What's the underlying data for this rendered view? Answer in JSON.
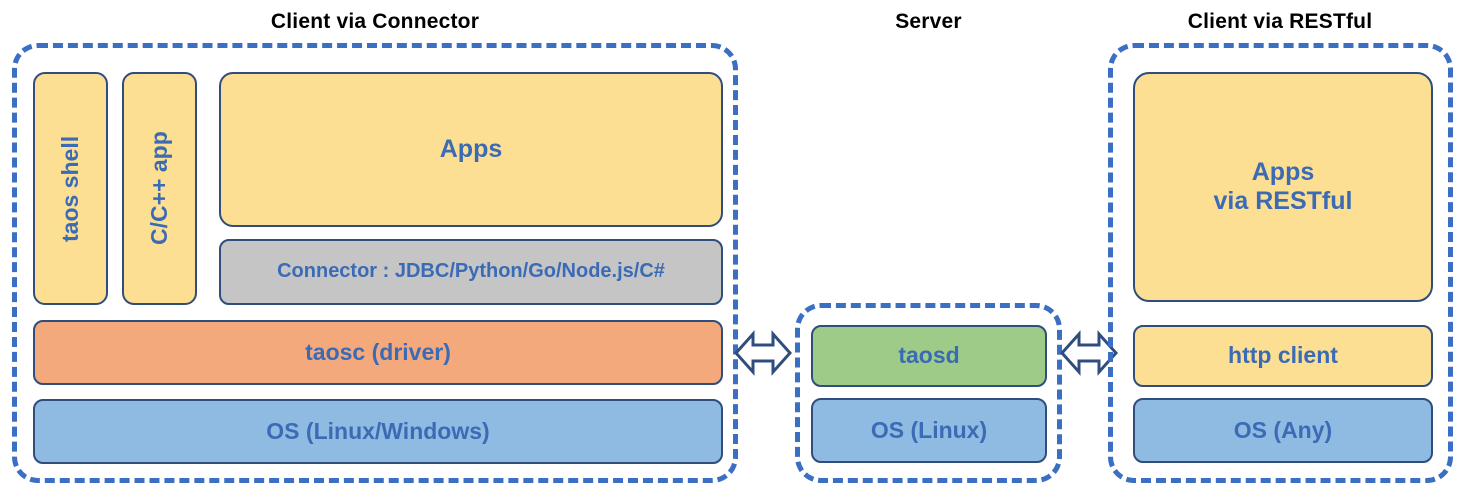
{
  "diagram": {
    "title_left": "Client via Connector",
    "title_middle": "Server",
    "title_right": "Client via RESTful",
    "colors": {
      "dashed_border": "#3A6FC4",
      "box_border": "#2F4D7D",
      "text_blue": "#3B6BB5",
      "yellow": "#FCDF92",
      "orange": "#F3A97C",
      "green": "#9FCB88",
      "blue": "#8FBBE3",
      "gray": "#C5C5C5",
      "title_black": "#000000"
    }
  },
  "client_connector": {
    "taos_shell": "taos shell",
    "c_cpp_app": "C/C++ app",
    "apps": "Apps",
    "connector": "Connector : JDBC/Python/Go/Node.js/C#",
    "taosc": "taosc (driver)",
    "os": "OS (Linux/Windows)"
  },
  "server": {
    "taosd": "taosd",
    "os": "OS (Linux)"
  },
  "client_restful": {
    "apps_line1": "Apps",
    "apps_line2": "via RESTful",
    "http_client": "http client",
    "os": "OS (Any)"
  },
  "arrows": {
    "left_label": "bidirectional-arrow",
    "right_label": "bidirectional-arrow"
  }
}
